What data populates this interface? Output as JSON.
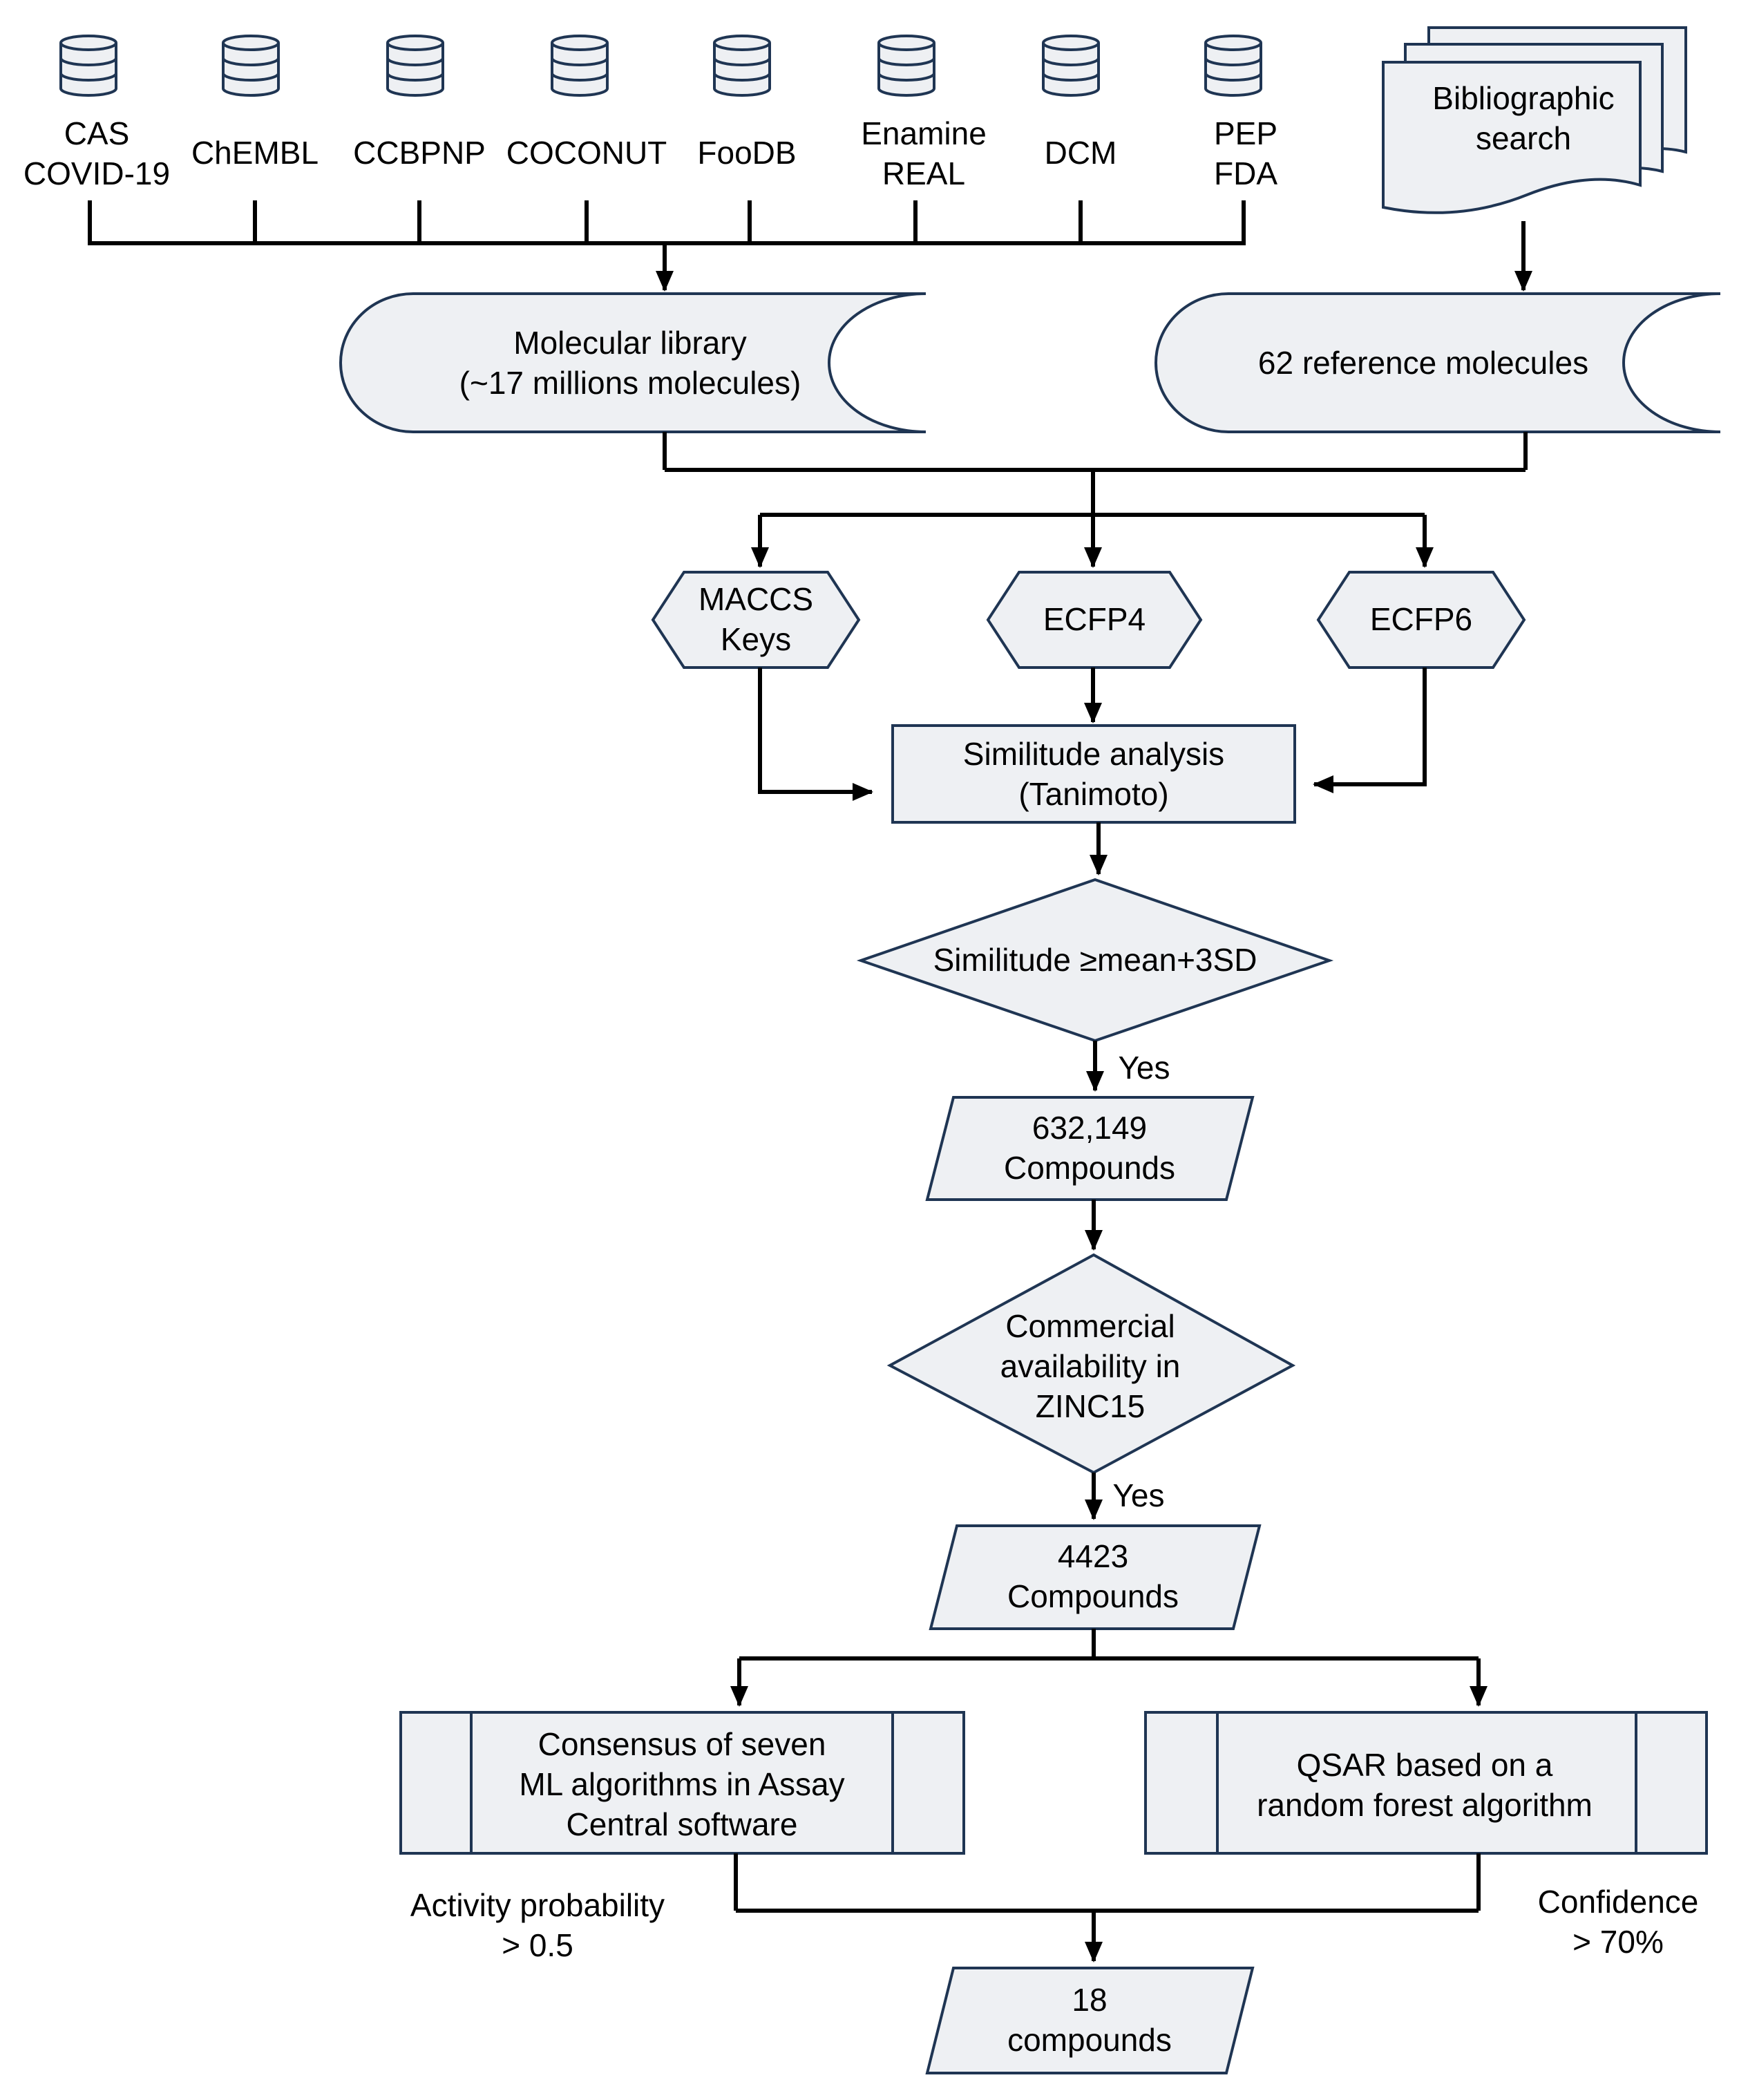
{
  "databases": [
    {
      "line1": "CAS",
      "line2": "COVID-19"
    },
    {
      "line1": "ChEMBL",
      "line2": ""
    },
    {
      "line1": "CCBPNP",
      "line2": ""
    },
    {
      "line1": "COCONUT",
      "line2": ""
    },
    {
      "line1": "FooDB",
      "line2": ""
    },
    {
      "line1": "Enamine",
      "line2": "REAL"
    },
    {
      "line1": "DCM",
      "line2": ""
    },
    {
      "line1": "PEP",
      "line2": "FDA"
    }
  ],
  "bibliographic": {
    "line1": "Bibliographic",
    "line2": "search"
  },
  "library": {
    "line1": "Molecular library",
    "line2": "(~17 millions molecules)"
  },
  "references": {
    "line1": "62 reference molecules"
  },
  "fingerprints": [
    {
      "line1": "MACCS",
      "line2": "Keys"
    },
    {
      "line1": "ECFP4"
    },
    {
      "line1": "ECFP6"
    }
  ],
  "similitude": {
    "line1": "Similitude analysis",
    "line2": "(Tanimoto)"
  },
  "decision1": {
    "line1": "Similitude ≥mean+3SD",
    "yes": "Yes"
  },
  "result1": {
    "line1": "632,149",
    "line2": "Compounds"
  },
  "decision2": {
    "line1": "Commercial",
    "line2": "availability in",
    "line3": "ZINC15",
    "yes": "Yes"
  },
  "result2": {
    "line1": "4423",
    "line2": "Compounds"
  },
  "process_assay": {
    "line1": "Consensus of seven",
    "line2": "ML algorithms in Assay",
    "line3": "Central software"
  },
  "process_qsar": {
    "line1": "QSAR based on a",
    "line2": "random forest algorithm"
  },
  "criterion_left": {
    "line1": "Activity probability",
    "line2": "> 0.5"
  },
  "criterion_right": {
    "line1": "Confidence",
    "line2": "> 70%"
  },
  "result3": {
    "line1": "18",
    "line2": "compounds"
  }
}
